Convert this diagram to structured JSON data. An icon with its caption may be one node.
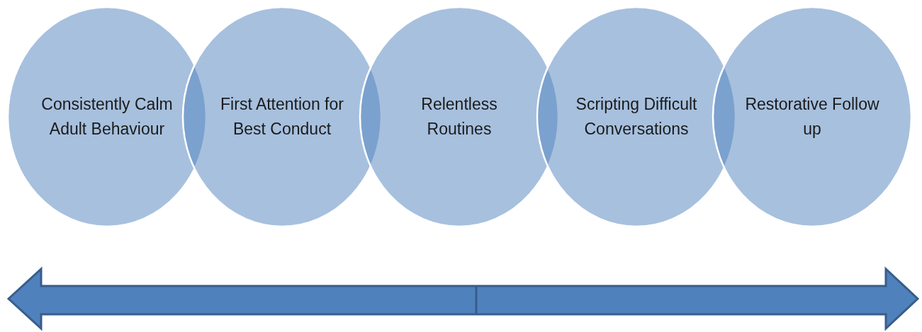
{
  "diagram": {
    "nodes": [
      {
        "text": [
          "Consistently Calm Adult Behaviour"
        ]
      },
      {
        "text": [
          "First Attention for Best Conduct"
        ]
      },
      {
        "text": [
          "Relentless Routines"
        ]
      },
      {
        "text": [
          "Scripting Difficult Conversations"
        ]
      },
      {
        "text": [
          "Restorative Follow up"
        ]
      }
    ]
  }
}
